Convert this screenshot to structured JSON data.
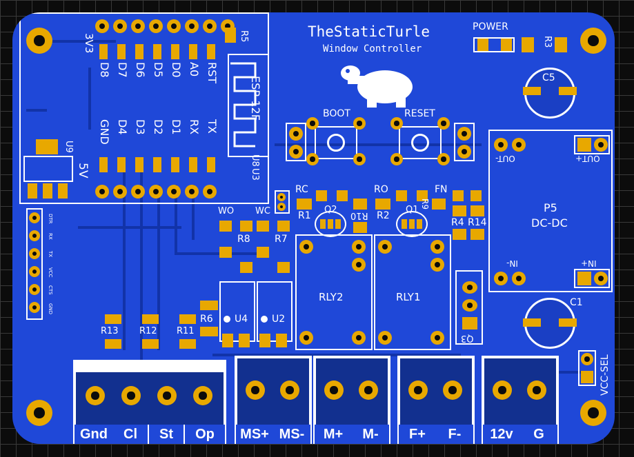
{
  "board": {
    "title": "TheStaticTurle",
    "subtitle": "Window Controller",
    "power_label": "POWER",
    "colors": {
      "board": "#1f48d8",
      "copper": "#e8a800",
      "silk": "#ffffff",
      "background": "#0c0c0c"
    }
  },
  "esp": {
    "top_pins": [
      "D8",
      "D7",
      "D6",
      "D5",
      "D0",
      "A0",
      "RST"
    ],
    "bottom_pins": [
      "GND",
      "D4",
      "D3",
      "D2",
      "D1",
      "RX",
      "TX"
    ],
    "module_label": "ESP-12F",
    "u8": "U8",
    "u3": "U3",
    "pin_3v3": "3V3",
    "pin_5v": "5V",
    "u9": "U9"
  },
  "buttons": {
    "boot": "BOOT",
    "reset": "RESET"
  },
  "refs": {
    "r1": "R1",
    "r2": "R2",
    "r3": "R3",
    "r4": "R4",
    "r5": "R5",
    "r6": "R6",
    "r7": "R7",
    "r8": "R8",
    "r10": "R10",
    "r11": "R11",
    "r12": "R12",
    "r13": "R13",
    "r14": "R14",
    "q1": "Q1",
    "q2": "Q2",
    "q3": "Q3",
    "c1": "C1",
    "c5": "C5",
    "u2": "U2",
    "u4": "U4",
    "rly1": "RLY1",
    "rly2": "RLY2",
    "wo": "WO",
    "wc": "WC",
    "rc": "RC",
    "ro": "RO",
    "fn": "FN"
  },
  "dcdc": {
    "ref": "P5",
    "name": "DC-DC",
    "out_minus": "OUT-",
    "out_plus": "OUT+",
    "in_minus": "IN-",
    "in_plus": "IN+"
  },
  "vcc_sel": "VCC-SEL",
  "header_pins": [
    "DTR",
    "RX",
    "TX",
    "VCC",
    "CTS",
    "GND"
  ],
  "terminals": [
    {
      "labels": [
        "Gnd",
        "Cl",
        "St",
        "Op"
      ]
    },
    {
      "labels": [
        "MS+",
        "MS-"
      ]
    },
    {
      "labels": [
        "M+",
        "M-"
      ]
    },
    {
      "labels": [
        "F+",
        "F-"
      ]
    },
    {
      "labels": [
        "12v",
        "G"
      ]
    }
  ]
}
